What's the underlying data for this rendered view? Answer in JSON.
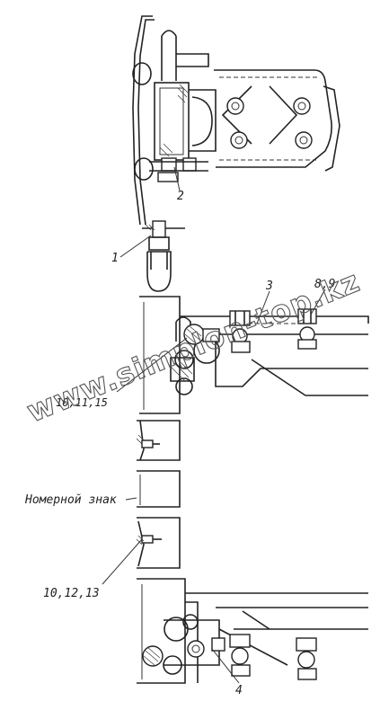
{
  "callouts": {
    "item_1": "1",
    "item_2": "2",
    "item_3": "3",
    "items_8_9": "8,9",
    "items_10_11_15": "10,11,15",
    "plate_label": "Номерной знак",
    "items_10_12_13": "10,12,13",
    "item_4": "4"
  },
  "watermark": {
    "text": "www.simplon-top.kz"
  },
  "colors": {
    "line": "#222222",
    "background": "#ffffff"
  }
}
